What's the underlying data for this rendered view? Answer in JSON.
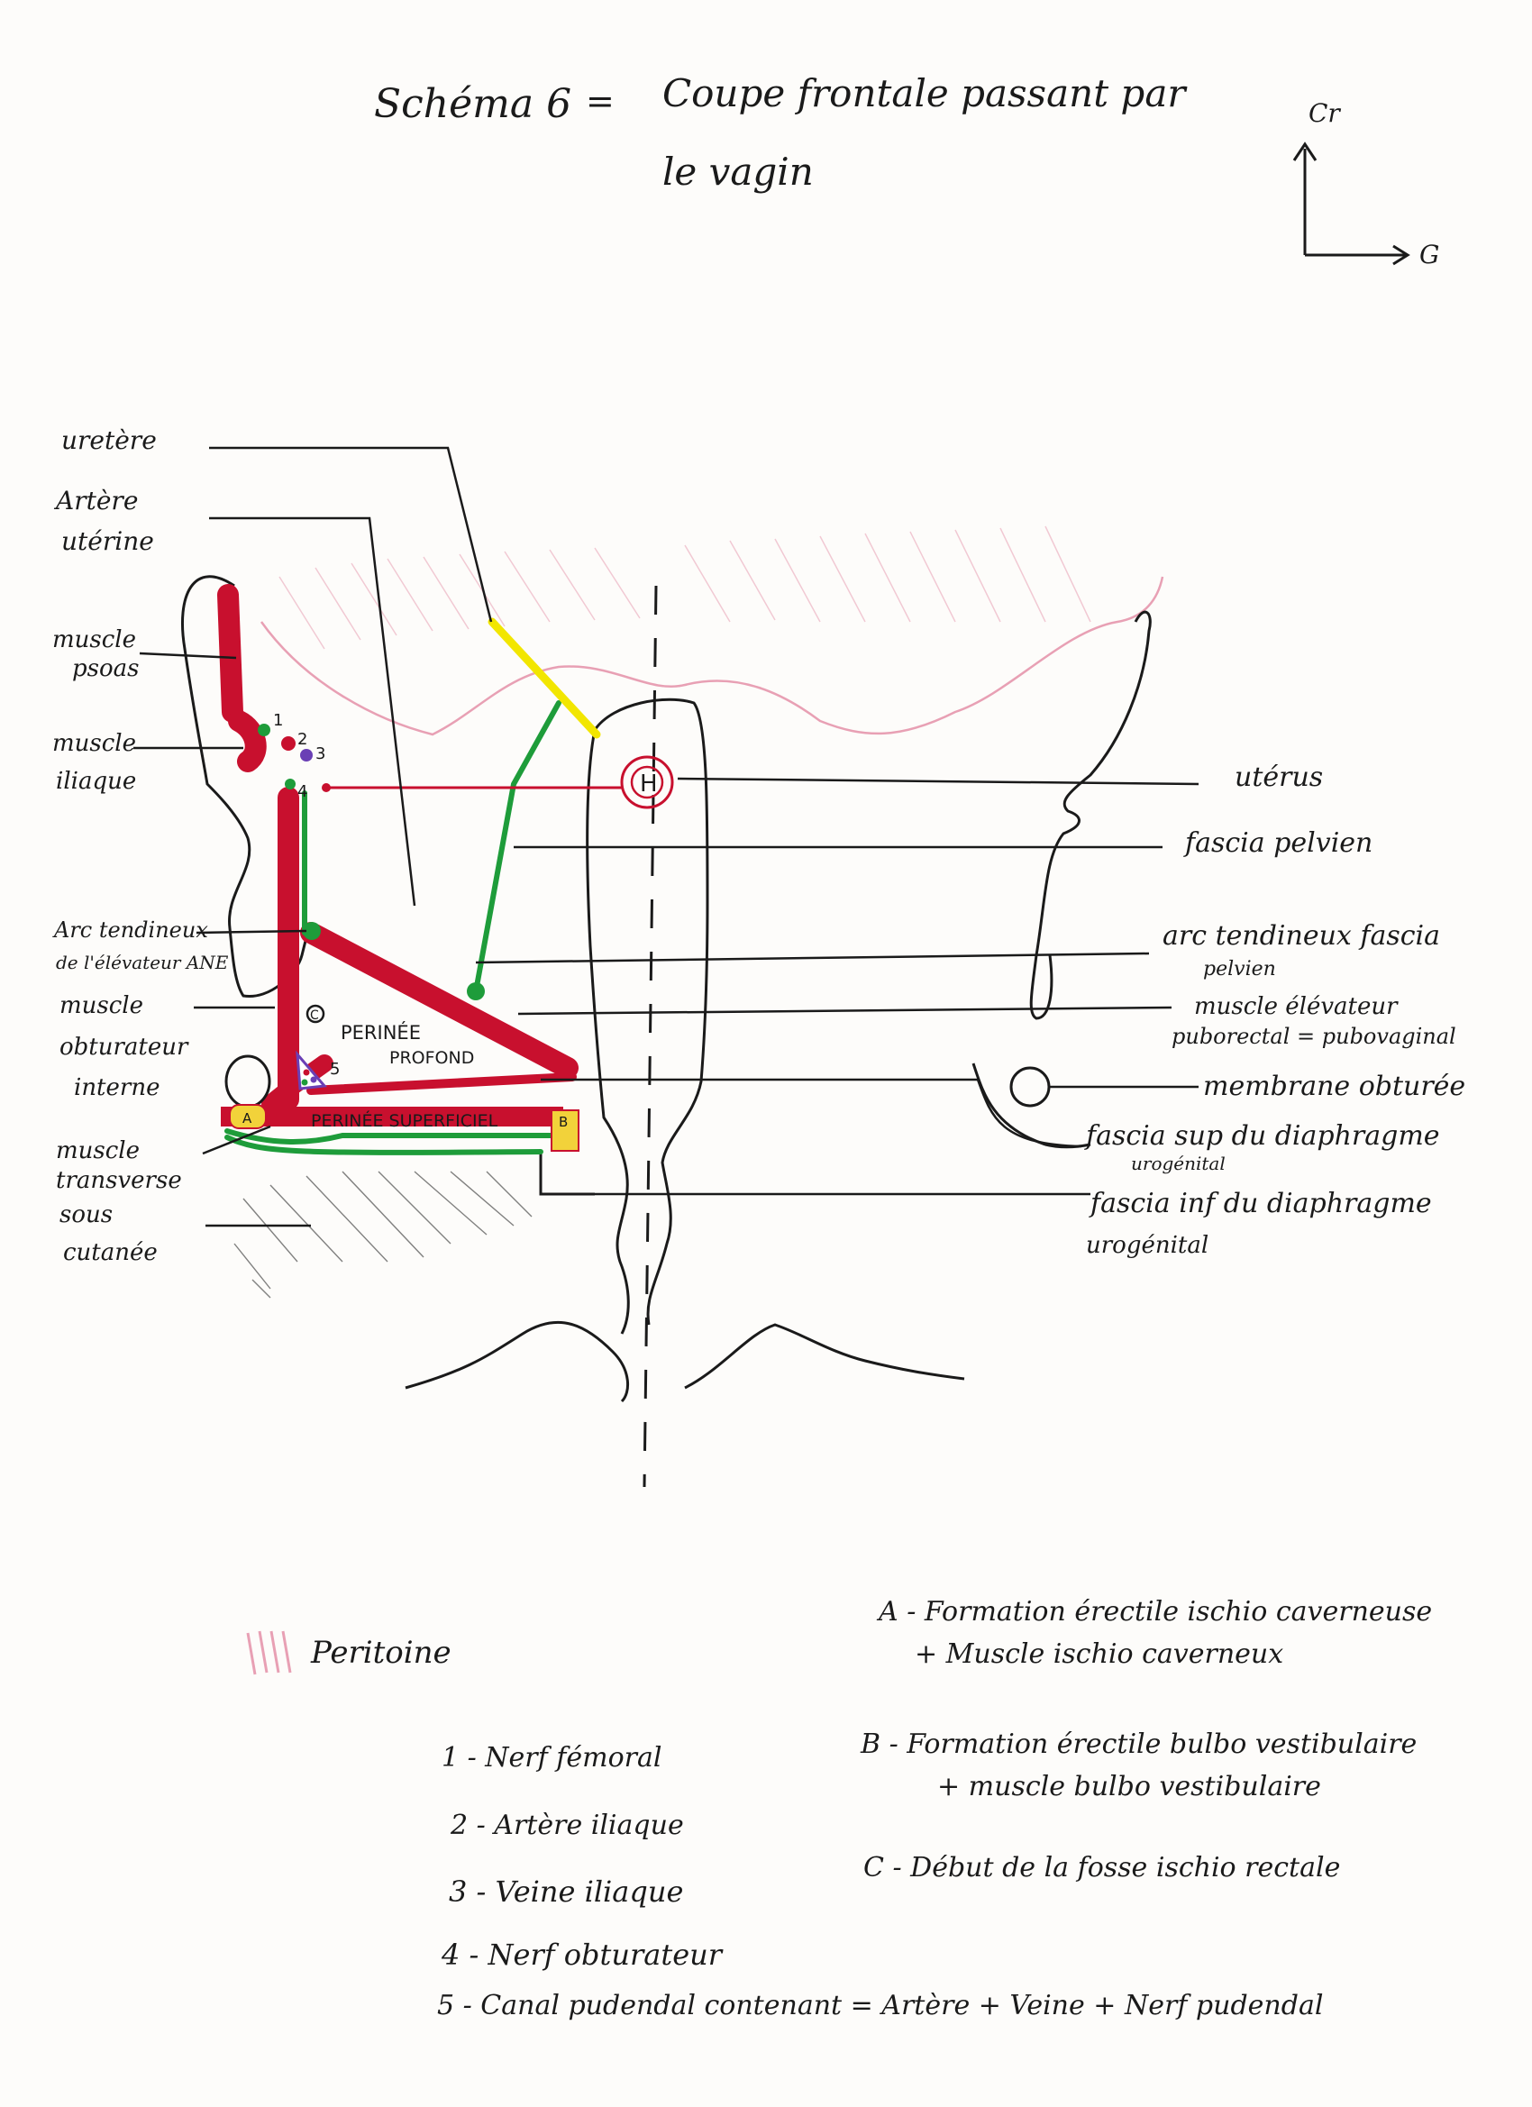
{
  "header": {
    "title_left": "Schéma 6",
    "title_sep": "=",
    "title_line1": "Coupe frontale passant par",
    "title_line2": "le vagin"
  },
  "orientation": {
    "up": "Cr",
    "right": "G"
  },
  "labels_left": {
    "uretere": "uretère",
    "artere_uterine_1": "Artère",
    "artere_uterine_2": "utérine",
    "psoas_1": "muscle",
    "psoas_2": "psoas",
    "iliaque_1": "muscle",
    "iliaque_2": "iliaque",
    "arc_ane_1": "Arc tendineux",
    "arc_ane_2": "de l'élévateur ANE",
    "obturateur_1": "muscle",
    "obturateur_2": "obturateur",
    "obturateur_3": "interne",
    "transverse_1": "muscle",
    "transverse_2": "transverse",
    "transverse_3": "sous",
    "transverse_4": "cutanée"
  },
  "labels_right": {
    "uterus": "utérus",
    "fascia_pelvien": "fascia pelvien",
    "arc_fascia_1": "arc tendineux fascia",
    "arc_fascia_2": "pelvien",
    "elevateur_1": "muscle élévateur",
    "elevateur_2": "puborectal = pubovaginal",
    "membrane": "membrane obturée",
    "fascia_sup_1": "fascia sup du diaphragme",
    "fascia_sup_2": "urogénital",
    "fascia_inf_1": "fascia inf du diaphragme",
    "fascia_inf_2": "urogénital"
  },
  "inner_labels": {
    "perinee_profond_1": "PERINÉE",
    "perinee_profond_2": "PROFOND",
    "perinee_superficiel": "PERINÉE SUPERFICIEL",
    "A": "A",
    "B": "B",
    "C": "C",
    "n1": "1",
    "n2": "2",
    "n3": "3",
    "n4": "4",
    "n5": "5",
    "H": "H"
  },
  "peritoine_legend": "Peritoine",
  "legend_letters": {
    "A_1": "A - Formation érectile ischio caverneuse",
    "A_2": "+ Muscle ischio caverneux",
    "B_1": "B - Formation érectile bulbo vestibulaire",
    "B_2": "+ muscle bulbo vestibulaire",
    "C": "C - Début de la fosse ischio rectale"
  },
  "legend_numbers": {
    "n1": "1 - Nerf fémoral",
    "n2": "2 - Artère iliaque",
    "n3": "3 - Veine iliaque",
    "n4": "4 - Nerf obturateur",
    "n5": "5 - Canal pudendal contenant = Artère + Veine + Nerf pudendal"
  },
  "colors": {
    "ink": "#1a1a1a",
    "muscle_red": "#c8102e",
    "fascia_green": "#1e9c3a",
    "ureter_yellow": "#f2e600",
    "erectile_yellow": "#f2d23a",
    "peritoneum_pink": "#e8a0b4",
    "vein_purple": "#6a3fb5"
  }
}
